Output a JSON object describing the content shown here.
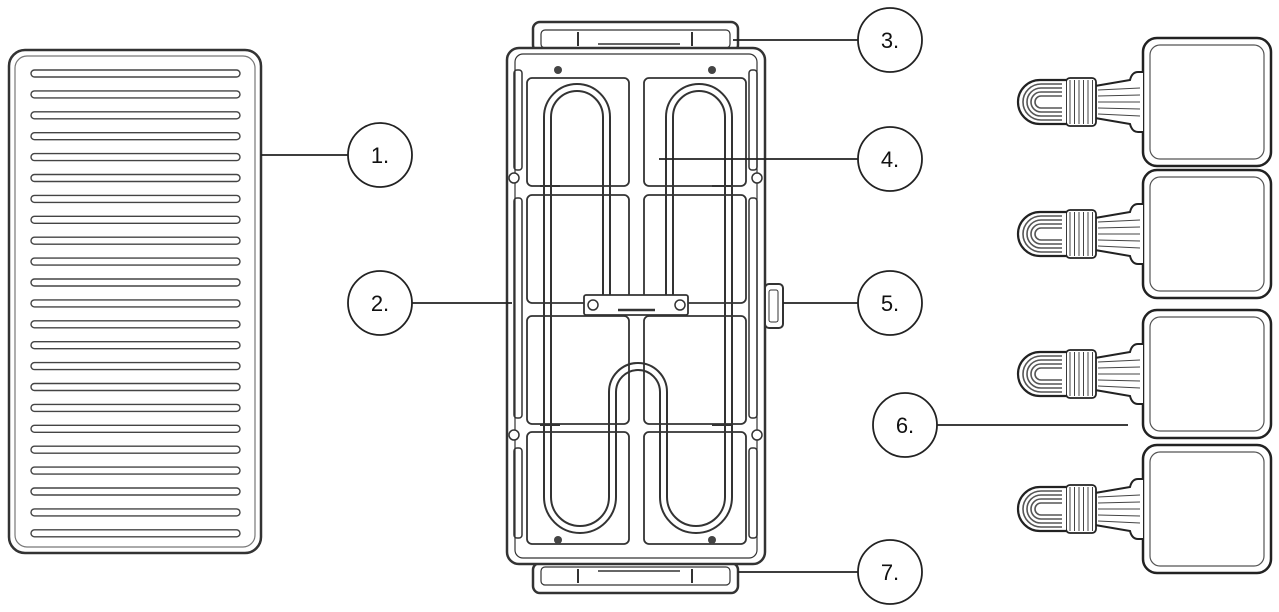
{
  "callouts": [
    {
      "id": "c1",
      "label": "1."
    },
    {
      "id": "c2",
      "label": "2."
    },
    {
      "id": "c3",
      "label": "3."
    },
    {
      "id": "c4",
      "label": "4."
    },
    {
      "id": "c5",
      "label": "5."
    },
    {
      "id": "c6",
      "label": "6."
    },
    {
      "id": "c7",
      "label": "7."
    }
  ],
  "colors": {
    "line": "#2b2b2b",
    "fill": "#ffffff",
    "shade": "#9a9a9a"
  }
}
